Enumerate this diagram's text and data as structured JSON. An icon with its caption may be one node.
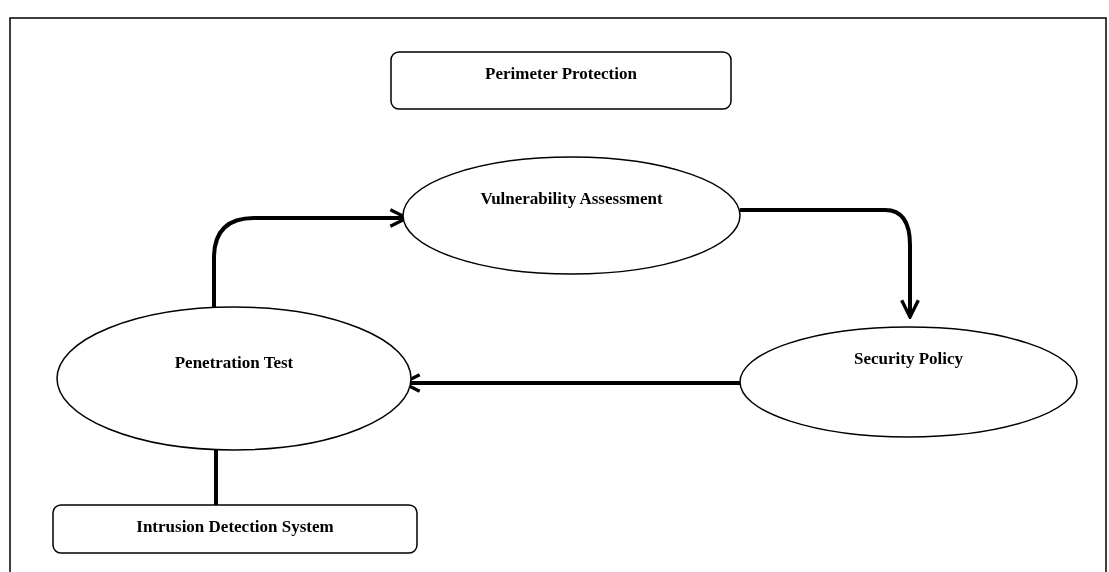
{
  "diagram": {
    "nodes": [
      {
        "text": [
          "Perimeter Protection"
        ]
      },
      {
        "text": [
          "Vulnerability Assessment"
        ]
      },
      {
        "text": [
          "Penetration Test"
        ]
      },
      {
        "text": [
          "Security Policy"
        ]
      },
      {
        "text": [
          "Intrusion Detection System"
        ]
      }
    ],
    "edges": [
      {
        "from": 2,
        "to": 1,
        "arrow": "to"
      },
      {
        "from": 1,
        "to": 3,
        "arrow": "to"
      },
      {
        "from": 3,
        "to": 2,
        "arrow": "to"
      },
      {
        "from": 2,
        "to": 4,
        "arrow": "none"
      }
    ]
  }
}
